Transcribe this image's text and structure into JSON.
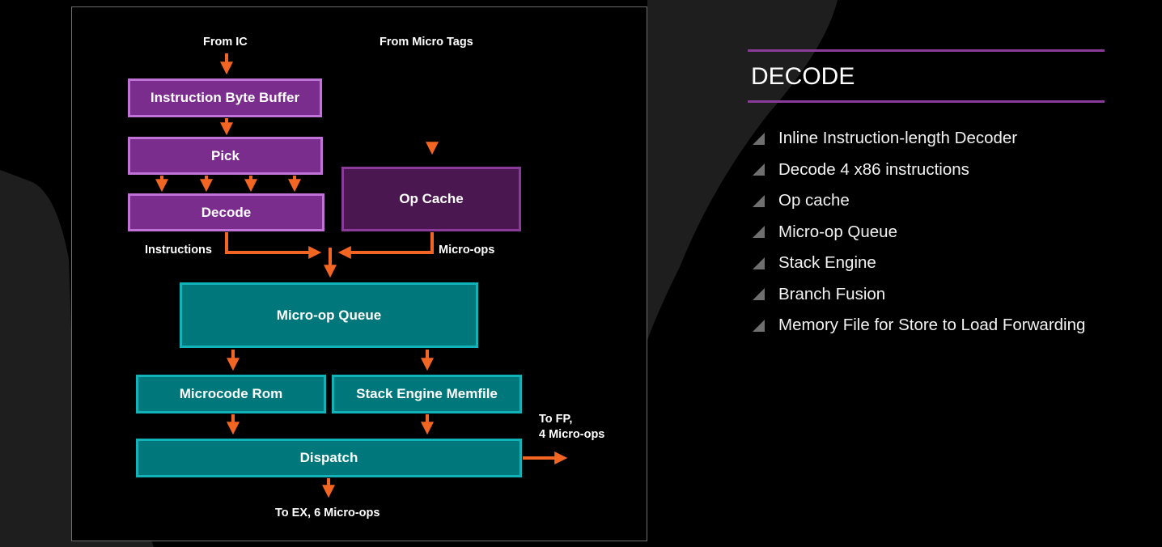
{
  "diagram": {
    "inputs": {
      "from_ic": "From IC",
      "from_micro_tags": "From Micro Tags"
    },
    "blocks": {
      "instruction_byte_buffer": "Instruction Byte Buffer",
      "pick": "Pick",
      "decode": "Decode",
      "op_cache": "Op Cache",
      "micro_op_queue": "Micro-op Queue",
      "microcode_rom": "Microcode Rom",
      "stack_engine_memfile": "Stack Engine Memfile",
      "dispatch": "Dispatch"
    },
    "labels": {
      "instructions": "Instructions",
      "micro_ops": "Micro-ops",
      "to_fp_line1": "To FP,",
      "to_fp_line2": "4 Micro-ops",
      "to_ex": "To EX, 6 Micro-ops"
    },
    "colors": {
      "arrow": "#f26522",
      "front_end_block": "#7b2d8e",
      "op_cache_block": "#4a1750",
      "back_end_block": "#00777a",
      "accent_rule": "#8a3b99"
    }
  },
  "panel": {
    "title": "DECODE",
    "bullets": [
      "Inline Instruction-length Decoder",
      "Decode 4 x86 instructions",
      "Op cache",
      "Micro-op Queue",
      "Stack Engine",
      "Branch Fusion",
      "Memory File for Store to Load Forwarding"
    ]
  }
}
